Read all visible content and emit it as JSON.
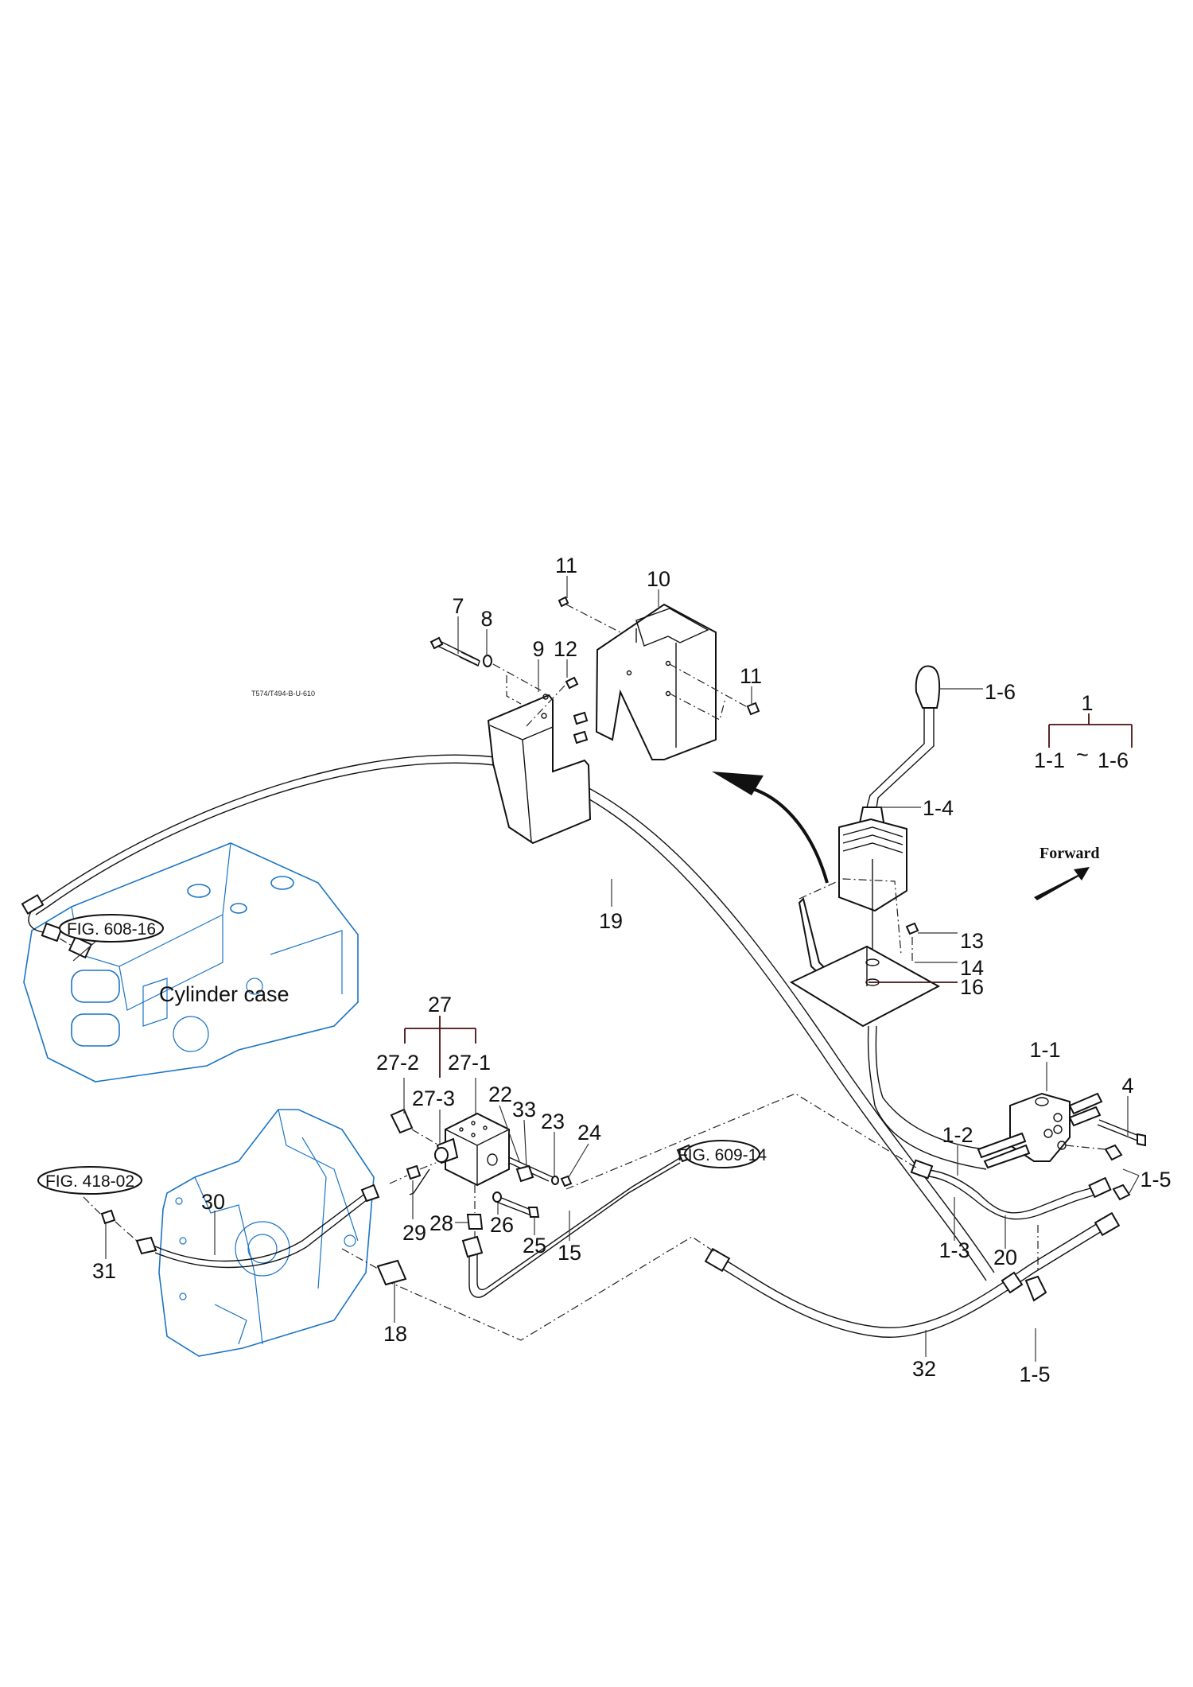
{
  "drawing_code": "T574/T494-B-U-610",
  "assembly": {
    "parent_label": "1",
    "range_from": "1-1",
    "range_sep": "~",
    "range_to": "1-6"
  },
  "direction_indicator": {
    "label": "Forward",
    "icon": "arrow-up-right-icon"
  },
  "figure_references": [
    {
      "id": "fig-608-16",
      "label": "FIG. 608-16"
    },
    {
      "id": "fig-418-02",
      "label": "FIG. 418-02"
    },
    {
      "id": "fig-609-14",
      "label": "FIG. 609-14"
    }
  ],
  "component_names": {
    "cylinder_case": "Cylinder case"
  },
  "sub_assembly_27": {
    "parent_label": "27",
    "children": [
      "27-2",
      "27-3",
      "27-1"
    ]
  },
  "callouts": [
    {
      "id": "c7",
      "label": "7"
    },
    {
      "id": "c8",
      "label": "8"
    },
    {
      "id": "c9",
      "label": "9"
    },
    {
      "id": "c12",
      "label": "12"
    },
    {
      "id": "c11a",
      "label": "11"
    },
    {
      "id": "c10",
      "label": "10"
    },
    {
      "id": "c11b",
      "label": "11"
    },
    {
      "id": "c1-6",
      "label": "1-6"
    },
    {
      "id": "c1-4",
      "label": "1-4"
    },
    {
      "id": "c19",
      "label": "19"
    },
    {
      "id": "c13",
      "label": "13"
    },
    {
      "id": "c14",
      "label": "14"
    },
    {
      "id": "c16",
      "label": "16"
    },
    {
      "id": "c1-1",
      "label": "1-1"
    },
    {
      "id": "c4",
      "label": "4"
    },
    {
      "id": "c1-2",
      "label": "1-2"
    },
    {
      "id": "c1-5a",
      "label": "1-5"
    },
    {
      "id": "c1-3",
      "label": "1-3"
    },
    {
      "id": "c20",
      "label": "20"
    },
    {
      "id": "c22",
      "label": "22"
    },
    {
      "id": "c33",
      "label": "33"
    },
    {
      "id": "c23",
      "label": "23"
    },
    {
      "id": "c24",
      "label": "24"
    },
    {
      "id": "c28",
      "label": "28"
    },
    {
      "id": "c26",
      "label": "26"
    },
    {
      "id": "c25",
      "label": "25"
    },
    {
      "id": "c29",
      "label": "29"
    },
    {
      "id": "c30",
      "label": "30"
    },
    {
      "id": "c31",
      "label": "31"
    },
    {
      "id": "c18",
      "label": "18"
    },
    {
      "id": "c15",
      "label": "15"
    },
    {
      "id": "c32",
      "label": "32"
    },
    {
      "id": "c1-5b",
      "label": "1-5"
    }
  ],
  "colors": {
    "line_art": "#111111",
    "reference_parts": "#1a74c4",
    "bracket": "#4a1010"
  }
}
